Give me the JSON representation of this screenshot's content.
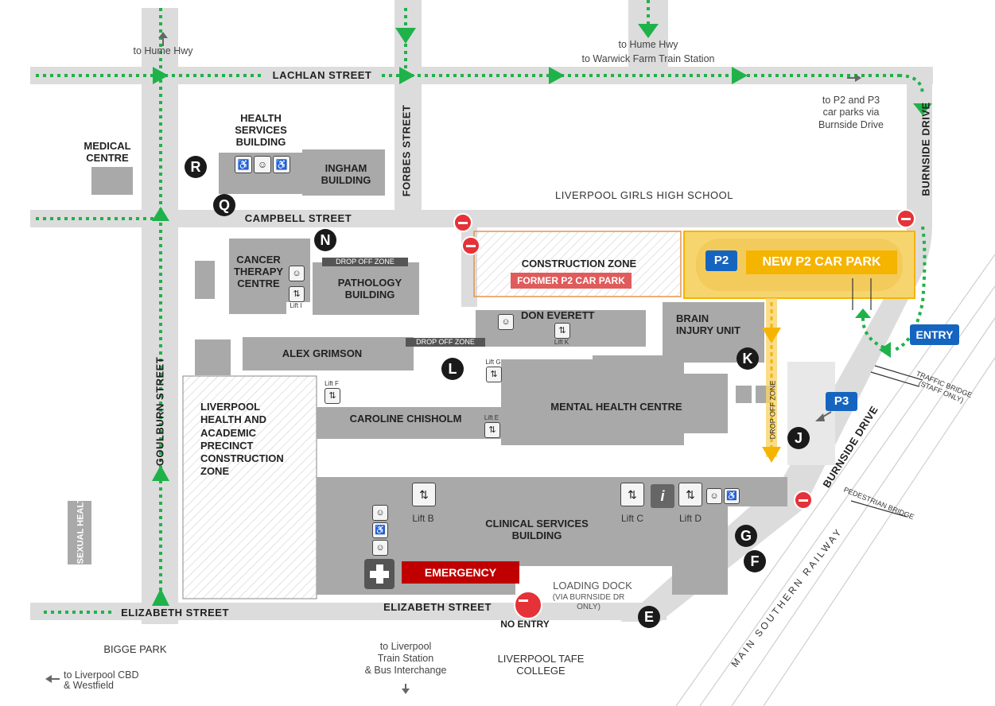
{
  "streets": {
    "lachlan": "LACHLAN STREET",
    "campbell": "CAMPBELL STREET",
    "elizabeth_left": "ELIZABETH STREET",
    "elizabeth_main": "ELIZABETH STREET",
    "goulburn": "GOULBURN STREET",
    "forbes": "FORBES STREET",
    "burnside_top": "BURNSIDE DRIVE",
    "burnside_bottom": "BURNSIDE DRIVE"
  },
  "directions": {
    "hume_left": "to Hume Hwy",
    "hume_right_1": "to Hume Hwy",
    "hume_right_2": "to Warwick Farm Train Station",
    "p2p3_1": "to P2 and P3",
    "p2p3_2": "car parks via",
    "p2p3_3": "Burnside Drive",
    "station_1": "to Liverpool",
    "station_2": "Train Station",
    "station_3": "& Bus Interchange",
    "cbd_1": "to Liverpool CBD",
    "cbd_2": "& Westfield"
  },
  "places": {
    "medical_centre": "MEDICAL CENTRE",
    "health_services": "HEALTH SERVICES BUILDING",
    "ingham": "INGHAM BUILDING",
    "girls_high": "LIVERPOOL GIRLS HIGH SCHOOL",
    "cancer_therapy": "CANCER THERAPY CENTRE",
    "pathology": "PATHOLOGY BUILDING",
    "construction_zone": "CONSTRUCTION ZONE",
    "former_p2": "FORMER P2 CAR PARK",
    "new_p2": "NEW  P2 CAR PARK",
    "don_everett": "DON  EVERETT",
    "brain_injury": "BRAIN INJURY UNIT",
    "alex_grimson": "ALEX GRIMSON",
    "mental_health": "MENTAL HEALTH CENTRE",
    "caroline": "CAROLINE CHISHOLM",
    "precinct": "LIVERPOOL HEALTH AND ACADEMIC PRECINCT CONSTRUCTION ZONE",
    "clinical": "CLINICAL SERVICES BUILDING",
    "emergency": "EMERGENCY",
    "loading_dock": "LOADING DOCK",
    "loading_note": "(VIA BURNSIDE DR ONLY)",
    "no_entry": "NO ENTRY",
    "bigge_park": "BIGGE PARK",
    "tafe": "LIVERPOOL TAFE COLLEGE",
    "sexual_health": "SEXUAL HEALTH",
    "railway": "MAIN SOUTHERN RAILWAY",
    "traffic_bridge": "TRAFFIC BRIDGE (STAFF ONLY)",
    "ped_bridge": "PEDESTRIAN BRIDGE",
    "drop_off_1": "DROP OFF ZONE",
    "drop_off_2": "DROP OFF ZONE",
    "drop_off_3": "DROP OFF ZONE"
  },
  "badges": {
    "p2": "P2",
    "p3": "P3",
    "entry": "ENTRY",
    "info": "i"
  },
  "lifts": {
    "lift_b": "Lift B",
    "lift_c": "Lift C",
    "lift_d": "Lift D",
    "lift_e": "Lift E",
    "lift_f": "Lift F",
    "lift_g": "Lift G",
    "lift_i": "Lift I",
    "lift_k": "Lift K"
  },
  "markers": {
    "r": "R",
    "q": "Q",
    "n": "N",
    "l": "L",
    "k": "K",
    "j": "J",
    "g": "G",
    "f": "F",
    "e": "E"
  },
  "colors": {
    "road": "#dcdcdc",
    "building": "#a9a9a9",
    "route": "#1fb24a",
    "car_park": "#f7d56e",
    "car_park_label": "#f5b400",
    "former_p2": "#e05b5b",
    "emergency": "#c00000",
    "parking_badge": "#1565c0",
    "no_entry": "#e53238",
    "marker": "#1a1a1a"
  }
}
